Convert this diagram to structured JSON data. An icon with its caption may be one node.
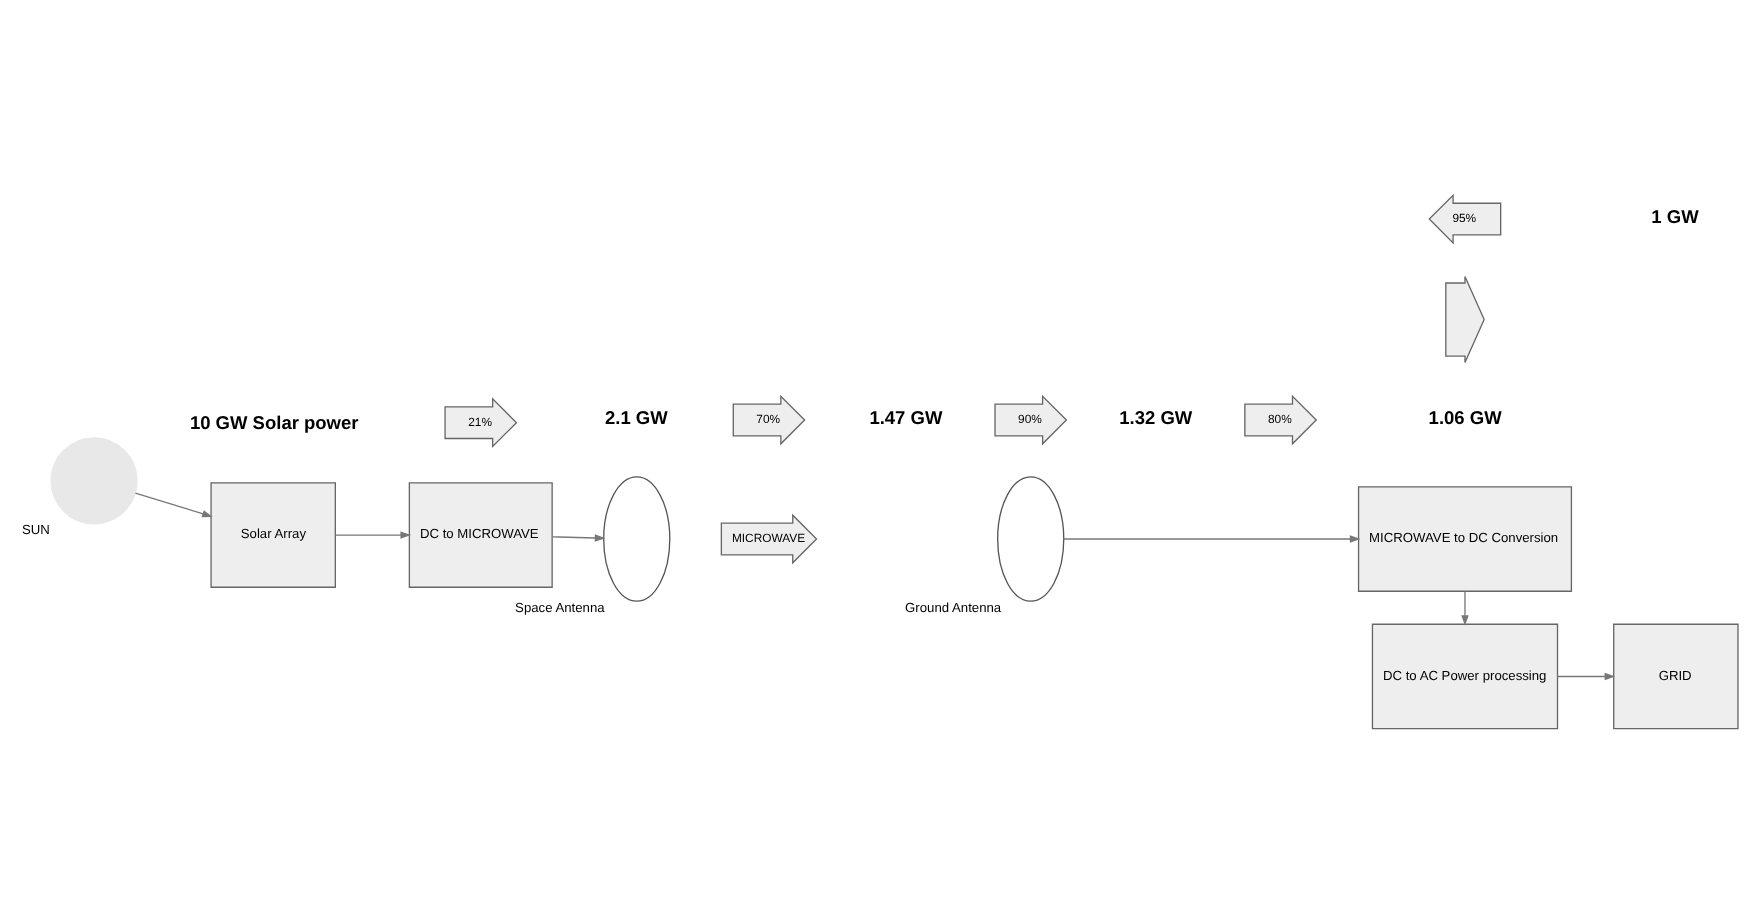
{
  "diagram": {
    "nodes": [
      {
        "text": [
          "10 GW Solar power"
        ]
      },
      {
        "text": [
          "21%"
        ]
      },
      {
        "text": [
          "2.1 GW"
        ]
      },
      {
        "text": [
          "70%"
        ]
      },
      {
        "text": [
          "1.47 GW"
        ]
      },
      {
        "text": [
          "90%"
        ]
      },
      {
        "text": [
          "1.32 GW"
        ]
      },
      {
        "text": [
          "80%"
        ]
      },
      {
        "text": [
          "1.06 GW"
        ]
      },
      {
        "text": [],
        "shape": "circle",
        "beside": [
          "SUN"
        ]
      },
      {
        "text": [
          "Solar Array"
        ]
      },
      {
        "text": [
          "DC to MICROWAVE"
        ]
      },
      {
        "text": [],
        "shape": "arc",
        "beside": [
          "Space Antenna"
        ]
      },
      {
        "text": [
          "MICROWAVE"
        ]
      },
      {
        "text": [],
        "shape": "arc",
        "beside": [
          "Ground Antenna"
        ]
      },
      {
        "text": [
          "MICROWAVE to DC Conversion"
        ]
      },
      {
        "text": [],
        "shape": "arrow"
      },
      {
        "text": [
          "DC to AC Power processing"
        ]
      },
      {
        "text": [
          "GRID"
        ]
      },
      {
        "text": [
          "1 GW"
        ]
      },
      {
        "text": [
          "95%"
        ]
      }
    ],
    "edges": [
      {
        "from": 9,
        "to": 10,
        "arrow": "to"
      },
      {
        "from": 10,
        "to": 11,
        "arrow": "to"
      },
      {
        "from": 11,
        "to": 12,
        "arrow": "to"
      },
      {
        "from": 14,
        "to": 15,
        "arrow": "to"
      },
      {
        "from": 15,
        "to": 17,
        "arrow": "to"
      },
      {
        "from": 17,
        "to": 18,
        "arrow": "to"
      }
    ]
  }
}
